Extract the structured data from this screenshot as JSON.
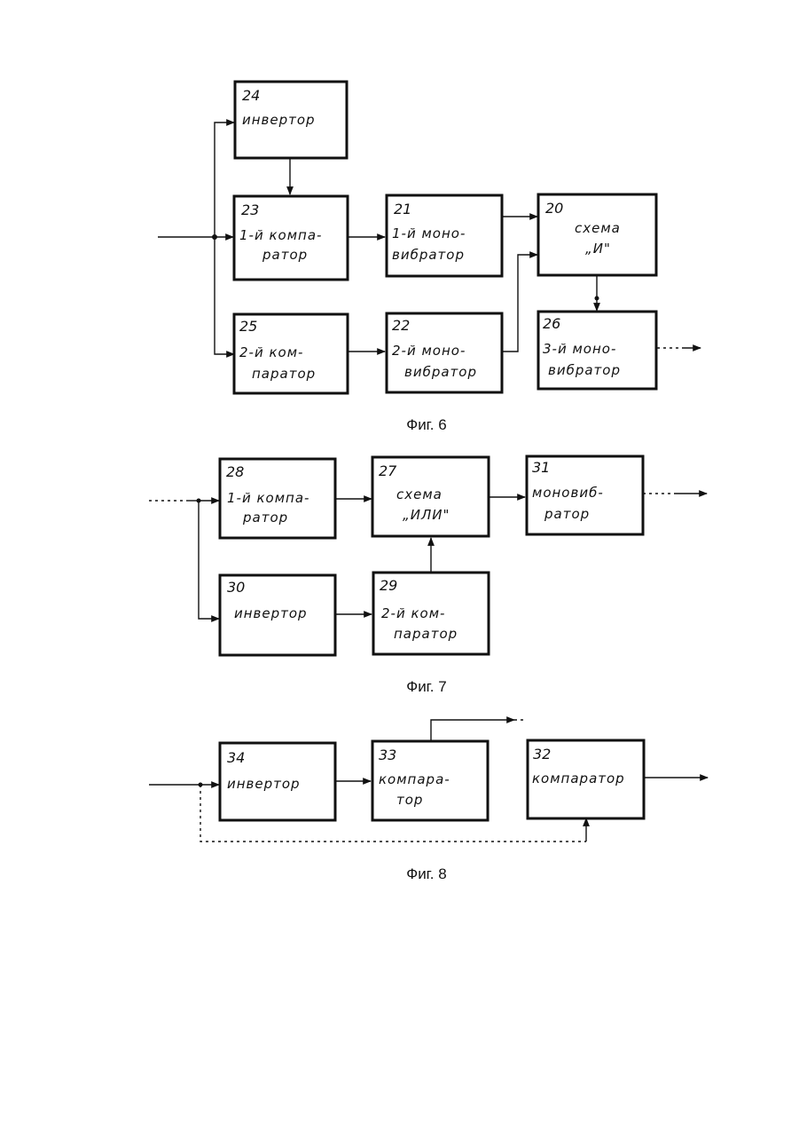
{
  "fig6": {
    "caption": "Фиг. 6",
    "blocks": {
      "b24": {
        "num": "24",
        "l1": "инвертор",
        "l2": ""
      },
      "b23": {
        "num": "23",
        "l1": "1-й компа-",
        "l2": "ратор"
      },
      "b21": {
        "num": "21",
        "l1": "1-й моно-",
        "l2": "вибратор"
      },
      "b20": {
        "num": "20",
        "l1": "схема",
        "l2": "„И\""
      },
      "b25": {
        "num": "25",
        "l1": "2-й ком-",
        "l2": "паратор"
      },
      "b22": {
        "num": "22",
        "l1": "2-й моно-",
        "l2": "вибратор"
      },
      "b26": {
        "num": "26",
        "l1": "3-й моно-",
        "l2": "вибратор"
      }
    }
  },
  "fig7": {
    "caption": "Фиг. 7",
    "blocks": {
      "b28": {
        "num": "28",
        "l1": "1-й компа-",
        "l2": "ратор"
      },
      "b27": {
        "num": "27",
        "l1": "схема",
        "l2": "„ИЛИ\""
      },
      "b31": {
        "num": "31",
        "l1": "моновиб-",
        "l2": "ратор"
      },
      "b30": {
        "num": "30",
        "l1": "инвертор",
        "l2": ""
      },
      "b29": {
        "num": "29",
        "l1": "2-й ком-",
        "l2": "паратор"
      }
    }
  },
  "fig8": {
    "caption": "Фиг. 8",
    "blocks": {
      "b34": {
        "num": "34",
        "l1": "инвертор",
        "l2": ""
      },
      "b33": {
        "num": "33",
        "l1": "компара-",
        "l2": "тор"
      },
      "b32": {
        "num": "32",
        "l1": "компаратор",
        "l2": ""
      }
    }
  }
}
